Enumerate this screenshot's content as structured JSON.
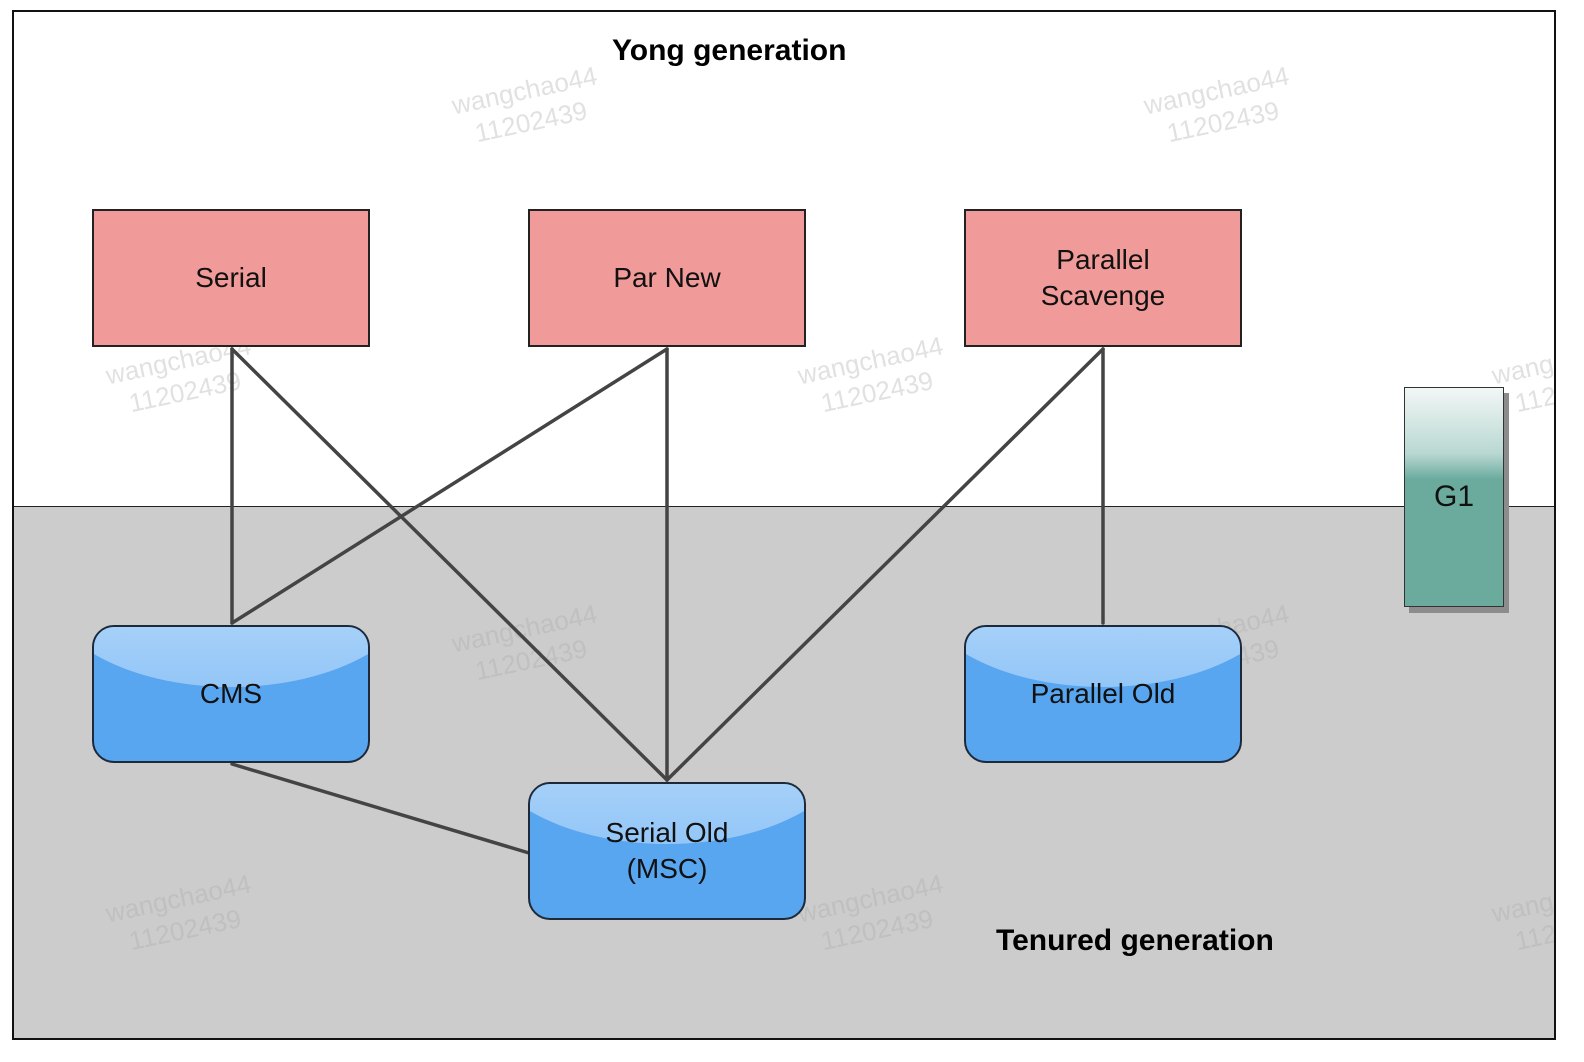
{
  "diagram": {
    "young_generation_title": "Yong generation",
    "tenured_generation_title": "Tenured generation",
    "young_collectors": {
      "serial": "Serial",
      "par_new": "Par New",
      "parallel_scavenge": "Parallel\nScavenge"
    },
    "old_collectors": {
      "cms": "CMS",
      "serial_old": "Serial Old\n(MSC)",
      "parallel_old": "Parallel Old"
    },
    "g1": "G1",
    "connections": [
      {
        "from": "Serial",
        "to": "CMS"
      },
      {
        "from": "Serial",
        "to": "Serial Old (MSC)"
      },
      {
        "from": "Par New",
        "to": "CMS"
      },
      {
        "from": "Par New",
        "to": "Serial Old (MSC)"
      },
      {
        "from": "Parallel Scavenge",
        "to": "Serial Old (MSC)"
      },
      {
        "from": "Parallel Scavenge",
        "to": "Parallel Old"
      },
      {
        "from": "CMS",
        "to": "Serial Old (MSC)"
      }
    ],
    "watermark": "wangchao44\n11202439"
  },
  "colors": {
    "young_box": "#f09b99",
    "old_box": "#58a5f0",
    "g1_box": "#6aab9e",
    "tenured_background": "#cccccc",
    "link_line": "#444444"
  }
}
